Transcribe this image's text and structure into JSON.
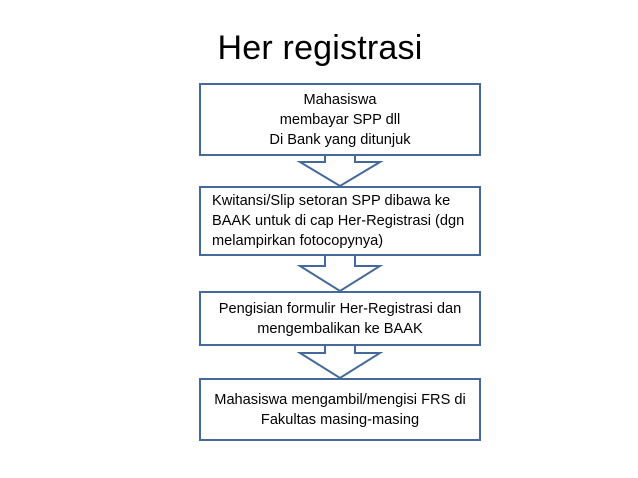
{
  "slide": {
    "title": "Her registrasi",
    "background_color": "#ffffff",
    "accent_color": "#44699a",
    "text_color": "#000000"
  },
  "flowchart": {
    "orientation": "vertical-top-to-bottom",
    "box_count": 4,
    "arrow_count": 3,
    "steps": [
      {
        "index": 1,
        "align": "center",
        "text": "Mahasiswa\nmembayar SPP dll\nDi Bank yang ditunjuk"
      },
      {
        "index": 2,
        "align": "left",
        "text": "Kwitansi/Slip setoran SPP dibawa ke BAAK untuk di cap Her-Registrasi (dgn melampirkan fotocopynya)"
      },
      {
        "index": 3,
        "align": "center",
        "text": "Pengisian formulir Her-Registrasi dan mengembalikan ke BAAK"
      },
      {
        "index": 4,
        "align": "center",
        "text": "Mahasiswa mengambil/mengisi FRS di Fakultas masing-masing"
      }
    ],
    "connectors": [
      {
        "index": 1,
        "icon": "down-block-arrow-icon",
        "from_step": 1,
        "to_step": 2
      },
      {
        "index": 2,
        "icon": "down-block-arrow-icon",
        "from_step": 2,
        "to_step": 3
      },
      {
        "index": 3,
        "icon": "down-block-arrow-icon",
        "from_step": 3,
        "to_step": 4
      }
    ]
  }
}
